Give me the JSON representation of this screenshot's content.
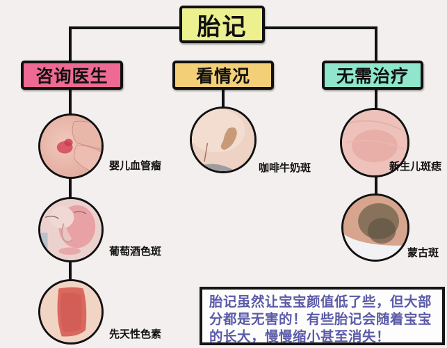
{
  "title": {
    "label": "胎记",
    "color": "#ecf08e"
  },
  "categories": [
    {
      "label": "咨询医生",
      "color": "#ee6a94",
      "items": [
        {
          "label": "婴儿血管瘤",
          "image": "hemangioma-photo"
        },
        {
          "label": "葡萄酒色斑",
          "image": "port-wine-stain-photo"
        },
        {
          "label": "先天性色素",
          "image": "congenital-pigment-photo"
        }
      ]
    },
    {
      "label": "看情况",
      "color": "#f3d078",
      "items": [
        {
          "label": "咖啡牛奶斑",
          "image": "cafe-au-lait-photo"
        }
      ]
    },
    {
      "label": "无需治疗",
      "color": "#8fe6cc",
      "items": [
        {
          "label": "新生儿斑痣",
          "image": "newborn-nevus-photo"
        },
        {
          "label": "蒙古斑",
          "image": "mongolian-spot-photo"
        }
      ]
    }
  ],
  "note": {
    "lines": [
      "胎记虽然让宝宝颜值低了些，但大部",
      "分都是无害的！有些胎记会随着宝宝",
      "的长大，慢慢缩小甚至消失！"
    ],
    "text_color": "#5b5aa8"
  }
}
